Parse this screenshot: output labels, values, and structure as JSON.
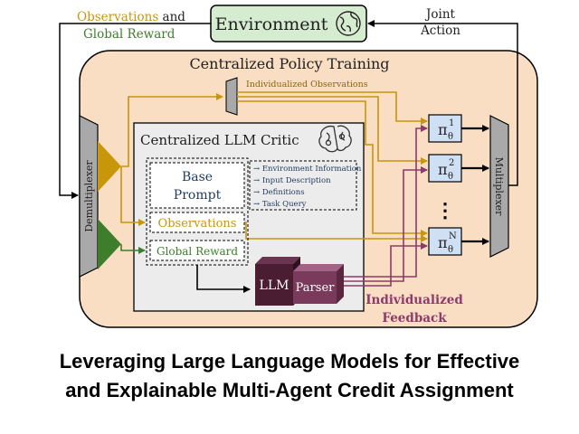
{
  "diagram": {
    "environment_label": "Environment",
    "observations_label_part1": "Observations",
    "observations_label_part2": "and",
    "global_reward_top_label": "Global Reward",
    "joint_action_line1": "Joint",
    "joint_action_line2": "Action",
    "centralized_policy_training_label": "Centralized Policy Training",
    "individualized_observations_label": "Individualized Observations",
    "centralized_llm_critic_label": "Centralized LLM Critic",
    "base_prompt_line1": "Base",
    "base_prompt_line2": "Prompt",
    "prompt_items": [
      "→ Environment Information",
      "→ Input Description",
      "→ Definitions",
      "→ Task Query"
    ],
    "observations_box_label": "Observations",
    "global_reward_box_label": "Global Reward",
    "llm_label": "LLM",
    "parser_label": "Parser",
    "individualized_feedback_line1": "Individualized",
    "individualized_feedback_line2": "Feedback",
    "demultiplexer_label": "Demultiplexer",
    "multiplexer_label": "Multiplexer",
    "policy_base": "π",
    "policy_sub": "θ",
    "policy_sup": [
      "1",
      "2",
      "N"
    ],
    "ellipsis": "⋮"
  },
  "caption": {
    "line1": "Leveraging Large Language Models for Effective",
    "line2": "and Explainable Multi-Agent Credit Assignment"
  },
  "colors": {
    "observation": "#c8960a",
    "reward": "#3e7d2c",
    "feedback": "#8e3a6b",
    "policy_panel": "#f9dec4",
    "critic_panel": "#ececec",
    "environment_fill": "#d6ecd0",
    "policy_box": "#cfe0f5",
    "text_blue": "#1f3a5f",
    "llm_block": "#4a1d33",
    "parser_block": "#7a3a5b"
  }
}
